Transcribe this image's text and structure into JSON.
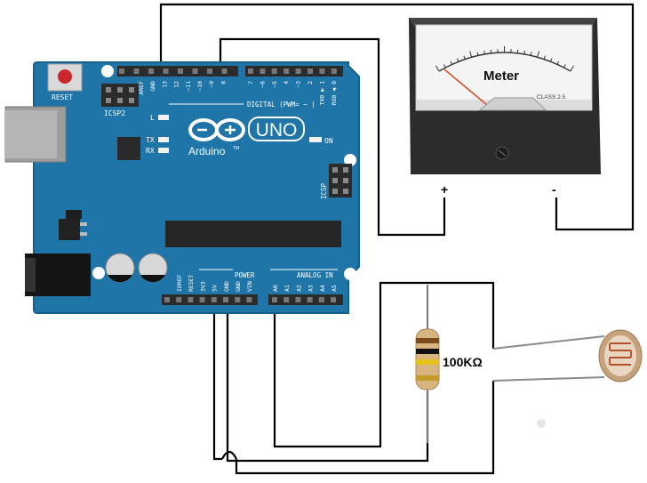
{
  "board": {
    "reset_label": "RESET",
    "icsp2_label": "ICSP2",
    "icsp_label": "ICSP",
    "led_l": "L",
    "led_tx": "TX",
    "led_rx": "RX",
    "led_on": "ON",
    "uno_label": "UNO",
    "brand_label": "Arduino",
    "brand_tm": "TM",
    "digital_label": "DIGITAL (PWM= ~ )",
    "power_label": "POWER",
    "analog_label": "ANALOG IN",
    "top_pins_left": [
      "AREF",
      "GND",
      "13",
      "12",
      "~11",
      "~10",
      "~9",
      "8"
    ],
    "top_pins_right": [
      "7",
      "~6",
      "~5",
      "4",
      "~3",
      "2",
      "TX0 ▶ 1",
      "RX0 ◀ 0"
    ],
    "power_pins": [
      "IOREF",
      "RESET",
      "3V3",
      "5V",
      "GND",
      "GND",
      "VIN"
    ],
    "analog_pins": [
      "A0",
      "A1",
      "A2",
      "A3",
      "A4",
      "A5"
    ]
  },
  "meter": {
    "label": "Meter",
    "class_label": "CLASS 2.5",
    "plus": "+",
    "minus": "-"
  },
  "resistor": {
    "value_label": "100KΩ"
  },
  "colors": {
    "board": "#1f75a8",
    "board_edge": "#17608c",
    "wire": "#000000",
    "header": "#2b2b2b",
    "meter_face": "#f4f4f4",
    "meter_body": "#2c2c2c",
    "needle": "#d2542a",
    "reset_button": "#c9272c"
  }
}
